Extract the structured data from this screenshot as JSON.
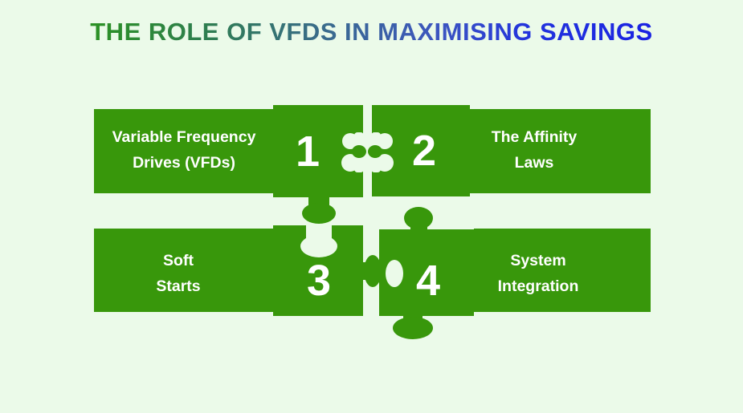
{
  "title": {
    "text": "THE ROLE OF VFDS IN MAXIMISING SAVINGS"
  },
  "colors": {
    "background": "#ebfae9",
    "puzzle_green": "#38970b",
    "label_text": "#ffffff",
    "title_gradient_start": "#2c9224",
    "title_gradient_mid": "#3a6b8d",
    "title_gradient_end": "#1a23e2"
  },
  "pieces": [
    {
      "number": "1",
      "label_line1": "Variable Frequency",
      "label_line2": "Drives (VFDs)"
    },
    {
      "number": "2",
      "label_line1": "The Affinity",
      "label_line2": "Laws"
    },
    {
      "number": "3",
      "label_line1": "Soft",
      "label_line2": "Starts"
    },
    {
      "number": "4",
      "label_line1": "System",
      "label_line2": "Integration"
    }
  ]
}
